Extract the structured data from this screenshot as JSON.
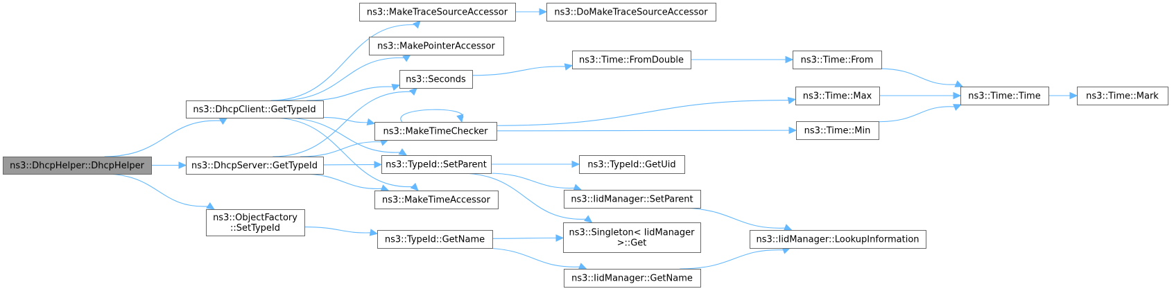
{
  "diagram": {
    "title": "",
    "colors": {
      "edge": "#63b8ff",
      "root_fill": "#999999",
      "node_border": "#666666",
      "node_fill": "#ffffff"
    },
    "nodes": [
      {
        "id": "root",
        "lines": [
          "ns3::DhcpHelper::DhcpHelper"
        ],
        "root": true
      },
      {
        "id": "client_gettypeid",
        "lines": [
          "ns3::DhcpClient::GetTypeId"
        ]
      },
      {
        "id": "server_gettypeid",
        "lines": [
          "ns3::DhcpServer::GetTypeId"
        ]
      },
      {
        "id": "objectfactory_settypeid",
        "lines": [
          "ns3::ObjectFactory",
          "::SetTypeId"
        ]
      },
      {
        "id": "maketracesourceaccessor",
        "lines": [
          "ns3::MakeTraceSourceAccessor"
        ]
      },
      {
        "id": "domaketracesourceaccessor",
        "lines": [
          "ns3::DoMakeTraceSourceAccessor"
        ]
      },
      {
        "id": "makepointeraccessor",
        "lines": [
          "ns3::MakePointerAccessor"
        ]
      },
      {
        "id": "seconds",
        "lines": [
          "ns3::Seconds"
        ]
      },
      {
        "id": "maketimechecker",
        "lines": [
          "ns3::MakeTimeChecker"
        ]
      },
      {
        "id": "typeid_setparent",
        "lines": [
          "ns3::TypeId::SetParent"
        ]
      },
      {
        "id": "maketimeaccessor",
        "lines": [
          "ns3::MakeTimeAccessor"
        ]
      },
      {
        "id": "typeid_getname",
        "lines": [
          "ns3::TypeId::GetName"
        ]
      },
      {
        "id": "time_fromdouble",
        "lines": [
          "ns3::Time::FromDouble"
        ]
      },
      {
        "id": "typeid_getuid",
        "lines": [
          "ns3::TypeId::GetUid"
        ]
      },
      {
        "id": "iidmanager_setparent",
        "lines": [
          "ns3::IidManager::SetParent"
        ]
      },
      {
        "id": "singleton_get",
        "lines": [
          "ns3::Singleton< IidManager",
          ">::Get"
        ]
      },
      {
        "id": "iidmanager_getname",
        "lines": [
          "ns3::IidManager::GetName"
        ]
      },
      {
        "id": "time_from",
        "lines": [
          "ns3::Time::From"
        ]
      },
      {
        "id": "time_max",
        "lines": [
          "ns3::Time::Max"
        ]
      },
      {
        "id": "time_min",
        "lines": [
          "ns3::Time::Min"
        ]
      },
      {
        "id": "iidmanager_lookupinformation",
        "lines": [
          "ns3::IidManager::LookupInformation"
        ]
      },
      {
        "id": "time_time",
        "lines": [
          "ns3::Time::Time"
        ]
      },
      {
        "id": "time_mark",
        "lines": [
          "ns3::Time::Mark"
        ]
      }
    ],
    "edges": [
      [
        "root",
        "client_gettypeid"
      ],
      [
        "root",
        "server_gettypeid"
      ],
      [
        "root",
        "objectfactory_settypeid"
      ],
      [
        "client_gettypeid",
        "maketracesourceaccessor"
      ],
      [
        "client_gettypeid",
        "makepointeraccessor"
      ],
      [
        "client_gettypeid",
        "seconds"
      ],
      [
        "client_gettypeid",
        "maketimechecker"
      ],
      [
        "client_gettypeid",
        "typeid_setparent"
      ],
      [
        "client_gettypeid",
        "maketimeaccessor"
      ],
      [
        "server_gettypeid",
        "seconds"
      ],
      [
        "server_gettypeid",
        "maketimechecker"
      ],
      [
        "server_gettypeid",
        "typeid_setparent"
      ],
      [
        "server_gettypeid",
        "maketimeaccessor"
      ],
      [
        "objectfactory_settypeid",
        "typeid_getname"
      ],
      [
        "maketracesourceaccessor",
        "domaketracesourceaccessor"
      ],
      [
        "seconds",
        "time_fromdouble"
      ],
      [
        "maketimechecker",
        "maketimechecker"
      ],
      [
        "maketimechecker",
        "time_max"
      ],
      [
        "maketimechecker",
        "time_min"
      ],
      [
        "typeid_setparent",
        "typeid_getuid"
      ],
      [
        "typeid_setparent",
        "iidmanager_setparent"
      ],
      [
        "typeid_setparent",
        "singleton_get"
      ],
      [
        "typeid_getname",
        "singleton_get"
      ],
      [
        "typeid_getname",
        "iidmanager_getname"
      ],
      [
        "time_fromdouble",
        "time_from"
      ],
      [
        "time_from",
        "time_time"
      ],
      [
        "time_max",
        "time_time"
      ],
      [
        "time_min",
        "time_time"
      ],
      [
        "time_time",
        "time_mark"
      ],
      [
        "iidmanager_setparent",
        "iidmanager_lookupinformation"
      ],
      [
        "iidmanager_getname",
        "iidmanager_lookupinformation"
      ]
    ]
  }
}
